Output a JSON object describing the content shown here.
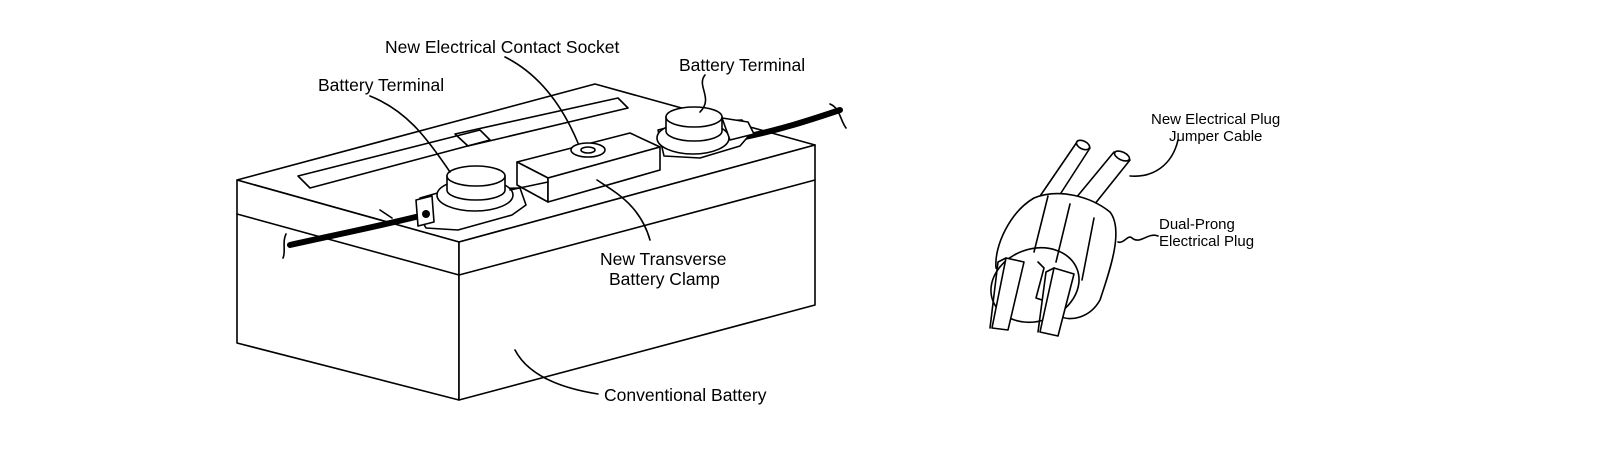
{
  "labels": {
    "contact_socket": "New Electrical Contact Socket",
    "battery_terminal_left": "Battery Terminal",
    "battery_terminal_right": "Battery Terminal",
    "transverse_clamp_line1": "New Transverse",
    "transverse_clamp_line2": "Battery Clamp",
    "conventional_battery": "Conventional Battery",
    "plug_cable_line1": "New Electrical Plug",
    "plug_cable_line2": "Jumper Cable",
    "dual_prong_line1": "Dual-Prong",
    "dual_prong_line2": "Electrical Plug"
  }
}
